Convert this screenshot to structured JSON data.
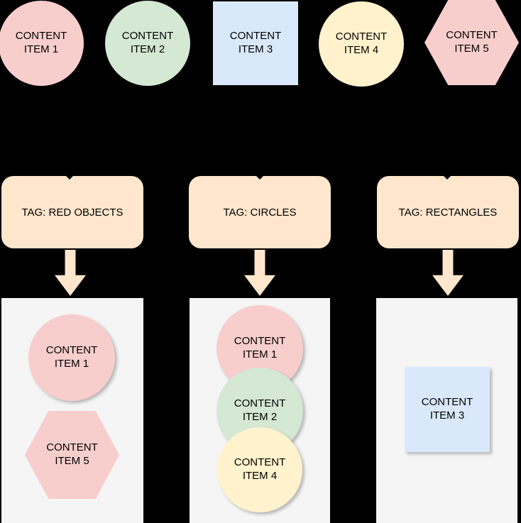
{
  "top_items": [
    {
      "name": "content-item-1",
      "shape": "circle",
      "fill": "#f8cecc",
      "label": "CONTENT\nITEM 1"
    },
    {
      "name": "content-item-2",
      "shape": "circle",
      "fill": "#d5e8d4",
      "label": "CONTENT\nITEM 2"
    },
    {
      "name": "content-item-3",
      "shape": "square",
      "fill": "#dae8fc",
      "label": "CONTENT\nITEM 3"
    },
    {
      "name": "content-item-4",
      "shape": "circle",
      "fill": "#fff2cc",
      "label": "CONTENT\nITEM 4"
    },
    {
      "name": "content-item-5",
      "shape": "hexagon",
      "fill": "#f8cecc",
      "label": "CONTENT\nITEM 5"
    }
  ],
  "tags": [
    {
      "name": "tag-red-objects",
      "label": "TAG: RED OBJECTS",
      "fill": "#ffe6cc"
    },
    {
      "name": "tag-circles",
      "label": "TAG: CIRCLES",
      "fill": "#ffe6cc"
    },
    {
      "name": "tag-rectangles",
      "label": "TAG: RECTANGLES",
      "fill": "#ffe6cc"
    }
  ],
  "groups": [
    {
      "name": "group-red-objects",
      "items": [
        {
          "shape": "circle",
          "fill": "#f8cecc",
          "label": "CONTENT\nITEM 1"
        },
        {
          "shape": "hexagon",
          "fill": "#f8cecc",
          "label": "CONTENT\nITEM 5"
        }
      ]
    },
    {
      "name": "group-circles",
      "items": [
        {
          "shape": "circle",
          "fill": "#f8cecc",
          "label": "CONTENT\nITEM 1"
        },
        {
          "shape": "circle",
          "fill": "#d5e8d4",
          "label": "CONTENT\nITEM 2"
        },
        {
          "shape": "circle",
          "fill": "#fff2cc",
          "label": "CONTENT\nITEM 4"
        }
      ]
    },
    {
      "name": "group-rectangles",
      "items": [
        {
          "shape": "square",
          "fill": "#dae8fc",
          "label": "CONTENT\nITEM 3"
        }
      ]
    }
  ],
  "colors": {
    "pink": "#f8cecc",
    "green": "#d5e8d4",
    "blue": "#dae8fc",
    "yellow": "#fff2cc",
    "tag_peach": "#ffe6cc",
    "container_gray": "#f5f5f5",
    "background": "#000000",
    "text": "#000000"
  }
}
